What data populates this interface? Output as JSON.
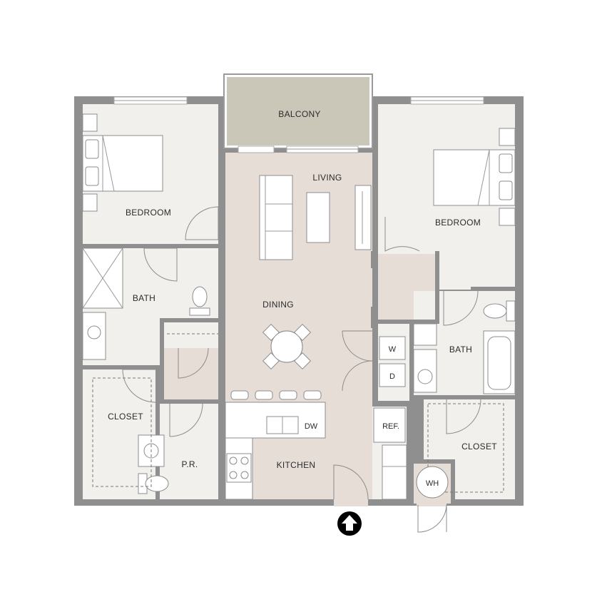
{
  "plan": {
    "colors": {
      "wall": "#8f8f8f",
      "room": "#f1f0ed",
      "living_area": "#e6ddd7",
      "balcony": "#cbc7b8",
      "entry_marker": "#000000"
    },
    "labels": {
      "balcony": "BALCONY",
      "living": "LIVING",
      "dining": "DINING",
      "kitchen": "KITCHEN",
      "bedroom_left": "BEDROOM",
      "bedroom_right": "BEDROOM",
      "bath_left": "BATH",
      "bath_right": "BATH",
      "closet_left": "CLOSET",
      "closet_right": "CLOSET",
      "powder_room": "P.R.",
      "washer": "W",
      "dryer": "D",
      "dishwasher": "DW",
      "refrigerator": "REF.",
      "water_heater": "WH"
    },
    "entry_icon": "up-arrow-icon"
  }
}
